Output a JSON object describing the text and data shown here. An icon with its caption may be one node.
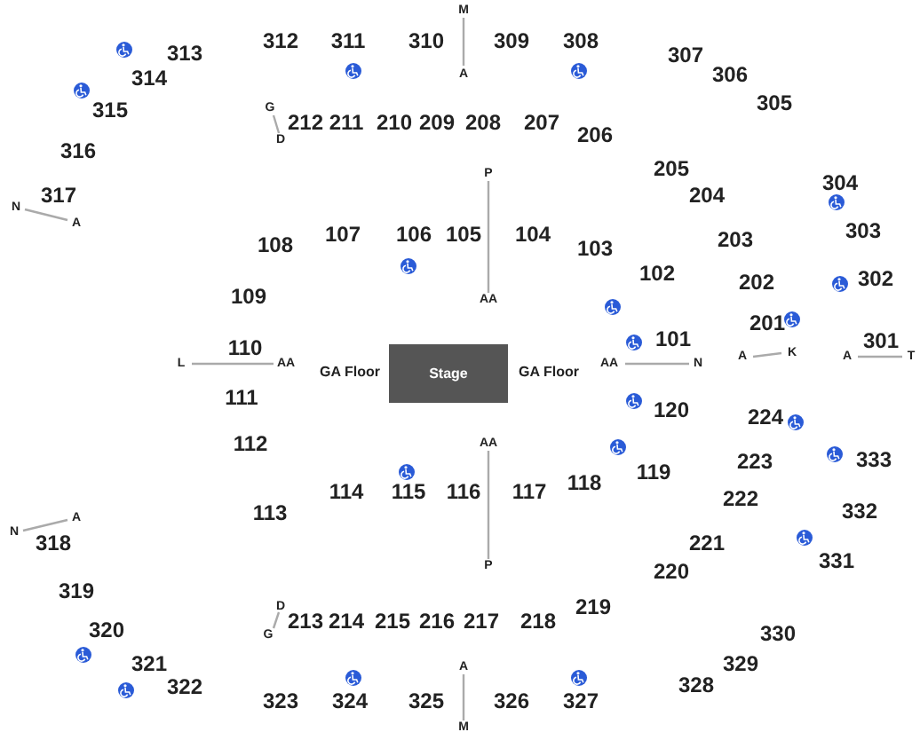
{
  "diagram": {
    "nodes": [
      {
        "text": [
          "Stage"
        ]
      }
    ],
    "labels": [
      "M",
      "313",
      "312",
      "311",
      "310",
      "309",
      "308",
      "307",
      "314",
      "A",
      "306",
      "315",
      "305",
      "G",
      "212",
      "211",
      "210",
      "209",
      "208",
      "207",
      "206",
      "D",
      "316",
      "205",
      "P",
      "304",
      "317",
      "204",
      "N",
      "A",
      "107",
      "106",
      "105",
      "104",
      "108",
      "203",
      "303",
      "103",
      "102",
      "202",
      "302",
      "109",
      "AA",
      "201",
      "101",
      "301",
      "110",
      "L",
      "AA",
      "GA Floor",
      "GA Floor",
      "AA",
      "N",
      "A",
      "K",
      "A",
      "T",
      "111",
      "120",
      "224",
      "AA",
      "112",
      "223",
      "333",
      "119",
      "118",
      "114",
      "115",
      "116",
      "117",
      "222",
      "113",
      "332",
      "A",
      "N",
      "318",
      "221",
      "331",
      "P",
      "220",
      "319",
      "D",
      "219",
      "213",
      "214",
      "215",
      "216",
      "217",
      "218",
      "320",
      "330",
      "G",
      "321",
      "329",
      "A",
      "322",
      "328",
      "323",
      "324",
      "325",
      "326",
      "327",
      "M"
    ]
  }
}
